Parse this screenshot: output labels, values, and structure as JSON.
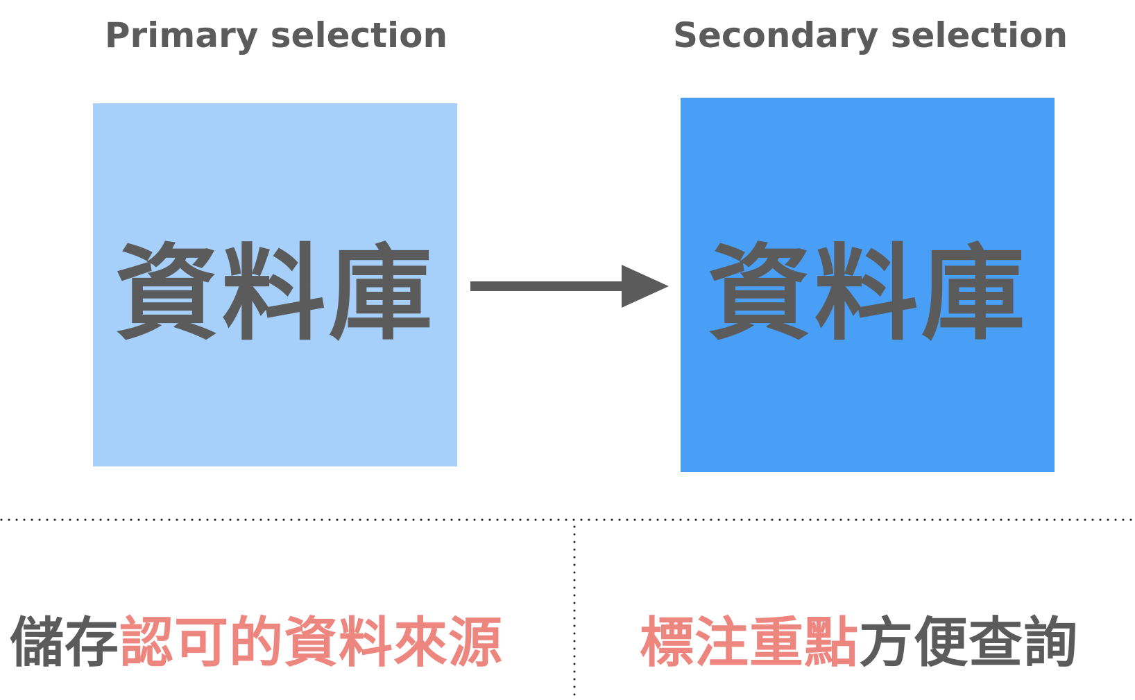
{
  "headings": {
    "primary": "Primary selection",
    "secondary": "Secondary selection"
  },
  "boxes": {
    "primary": {
      "label": "資料庫",
      "color": "#a6cff9"
    },
    "secondary": {
      "label": "資料庫",
      "color": "#489ff5"
    }
  },
  "arrow": {
    "color": "#5b5b5b"
  },
  "captions": {
    "left": {
      "plain": "儲存",
      "highlight": "認可的資料來源"
    },
    "right": {
      "highlight": "標注重點",
      "plain": "方便查詢"
    }
  },
  "colors": {
    "text": "#5b5b5b",
    "highlight": "#ee8680",
    "divider": "#222222"
  }
}
